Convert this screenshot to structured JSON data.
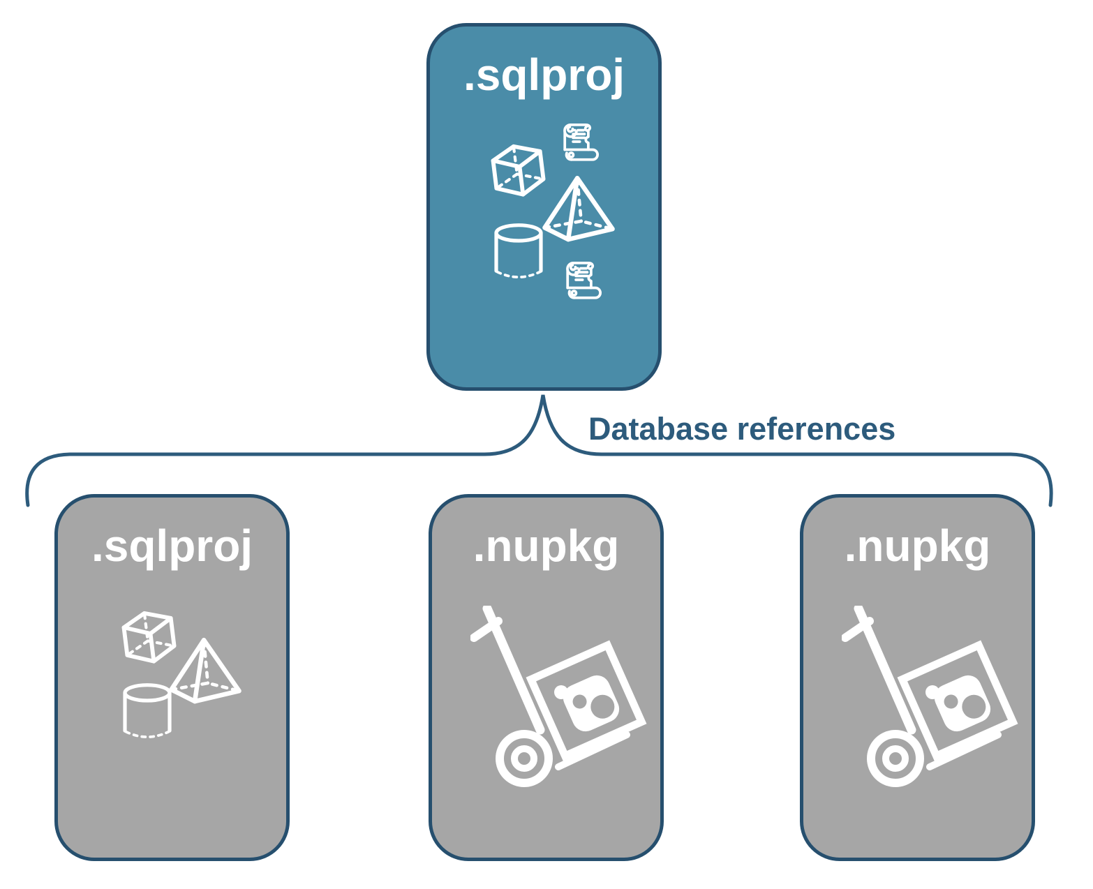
{
  "root_node": {
    "label": ".sqlproj",
    "fill_color": "#4A8CA8",
    "border_color": "#264F6E",
    "label_color": "#FFFFFF",
    "icons": [
      "cube-icon",
      "script-scroll-icon",
      "pyramid-icon",
      "database-cylinder-icon",
      "script-scroll-icon"
    ]
  },
  "connector": {
    "shape": "curly-brace",
    "label": "Database references",
    "line_color": "#2D5B7C",
    "label_color": "#2D5B7C"
  },
  "child_nodes": [
    {
      "label": ".sqlproj",
      "fill_color": "#A6A6A6",
      "border_color": "#264F6E",
      "label_color": "#FFFFFF",
      "icons": [
        "cube-icon",
        "pyramid-icon",
        "database-cylinder-icon"
      ]
    },
    {
      "label": ".nupkg",
      "fill_color": "#A6A6A6",
      "border_color": "#264F6E",
      "label_color": "#FFFFFF",
      "icons": [
        "nuget-hand-truck-icon"
      ]
    },
    {
      "label": ".nupkg",
      "fill_color": "#A6A6A6",
      "border_color": "#264F6E",
      "label_color": "#FFFFFF",
      "icons": [
        "nuget-hand-truck-icon"
      ]
    }
  ]
}
